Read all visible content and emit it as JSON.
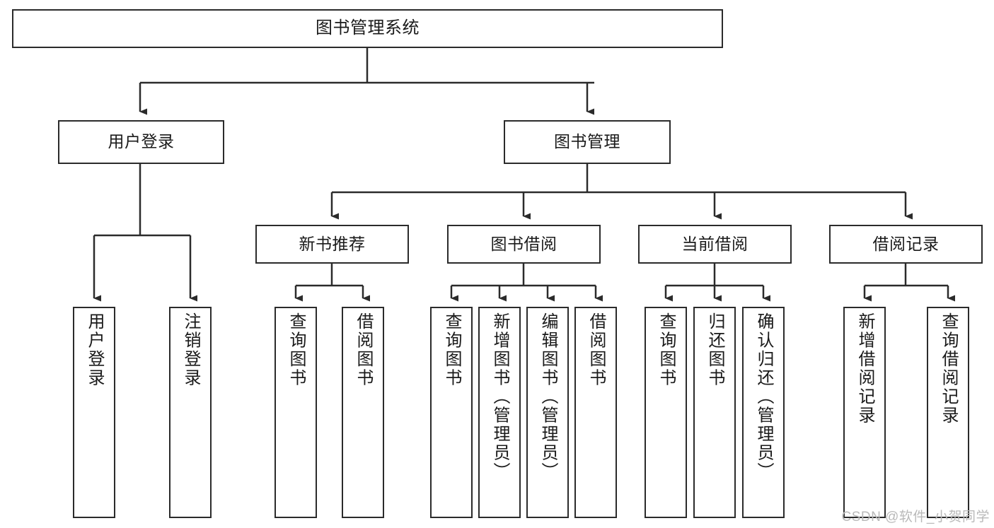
{
  "diagram": {
    "title": "图书管理系统",
    "type": "tree-hierarchy",
    "watermark": "CSDN @软件_小贺同学",
    "colors": {
      "stroke": "#2b2b2b",
      "fill": "#ffffff",
      "text": "#1a1a1a",
      "watermark": "#b9b9b9"
    }
  },
  "nodes": {
    "root": {
      "label": "图书管理系统"
    },
    "level2": [
      {
        "id": "user-login",
        "label": "用户登录"
      },
      {
        "id": "book-manage",
        "label": "图书管理"
      }
    ],
    "level3": [
      {
        "id": "new-book-recommend",
        "label": "新书推荐"
      },
      {
        "id": "book-borrow",
        "label": "图书借阅"
      },
      {
        "id": "current-borrow",
        "label": "当前借阅"
      },
      {
        "id": "borrow-record",
        "label": "借阅记录"
      }
    ],
    "leaves": {
      "user-login": [
        {
          "id": "leaf-user-login",
          "label": "用户登录"
        },
        {
          "id": "leaf-logout-login",
          "label": "注销登录"
        }
      ],
      "new-book-recommend": [
        {
          "id": "leaf-query-book-1",
          "label": "查询图书"
        },
        {
          "id": "leaf-borrow-book-1",
          "label": "借阅图书"
        }
      ],
      "book-borrow": [
        {
          "id": "leaf-query-book-2",
          "label": "查询图书"
        },
        {
          "id": "leaf-add-book",
          "label": "新增图书（管理员）"
        },
        {
          "id": "leaf-edit-book",
          "label": "编辑图书（管理员）"
        },
        {
          "id": "leaf-borrow-book-2",
          "label": "借阅图书"
        }
      ],
      "current-borrow": [
        {
          "id": "leaf-query-book-3",
          "label": "查询图书"
        },
        {
          "id": "leaf-return-book",
          "label": "归还图书"
        },
        {
          "id": "leaf-confirm-return",
          "label": "确认归还（管理员）"
        }
      ],
      "borrow-record": [
        {
          "id": "leaf-add-record",
          "label": "新增借阅记录"
        },
        {
          "id": "leaf-query-record",
          "label": "查询借阅记录"
        }
      ]
    }
  }
}
